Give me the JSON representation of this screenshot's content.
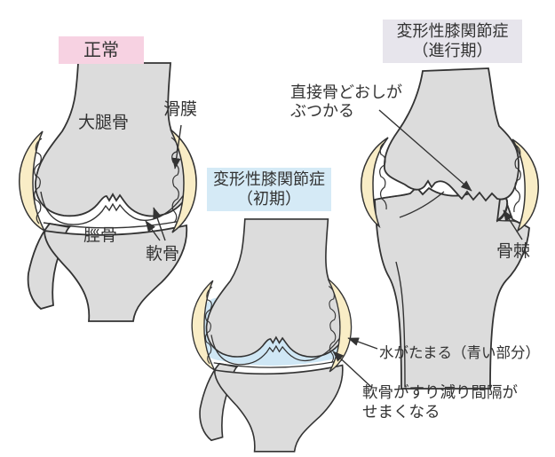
{
  "panels": {
    "normal": {
      "title": "正常"
    },
    "early": {
      "title": "変形性膝関節症",
      "subtitle": "（初期）"
    },
    "advanced": {
      "title": "変形性膝関節症",
      "subtitle": "（進行期）"
    }
  },
  "annotations": {
    "femur": "大腿骨",
    "synovium": "滑膜",
    "tibia": "脛骨",
    "cartilage": "軟骨",
    "collide_line1": "直接骨どおしが",
    "collide_line2": "ぶつかる",
    "bone_spur": "骨棘",
    "fluid": "水がたまる（青い部分）",
    "wear_line1": "軟骨がすり減り間隔が",
    "wear_line2": "せまくなる"
  },
  "colors": {
    "normal_box_bg": "#f7d2e2",
    "early_box_bg": "#d5eaf6",
    "advanced_box_bg": "#e7e5ec",
    "bone_fill": "#dcdcdc",
    "capsule_fill": "#f9edc6",
    "joint_fluid": "#cfe7f5",
    "outline": "#333333",
    "background": "#ffffff"
  }
}
